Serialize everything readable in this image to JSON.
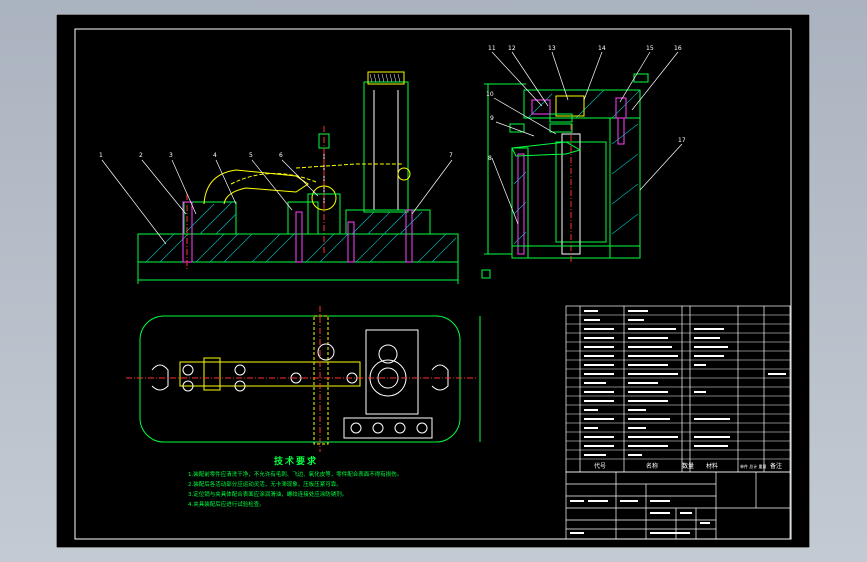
{
  "colors": {
    "background": "#000000",
    "frame": "#ffffff",
    "part_line": "#00ff40",
    "hidden_line": "#ffff00",
    "hatch": "#00c0c0",
    "center_line": "#ff3030",
    "bolt": "#ff40ff",
    "dimension": "#00ff40"
  },
  "technical_requirements": {
    "title": "技术要求",
    "lines": [
      "1.装配前零件应清洗干净，不允许有毛刺、飞边、氧化皮等，零件配合表面不得有损伤。",
      "2.装配后各活动部分应运动灵活，无卡滞现象，压板压紧可靠。",
      "3.定位销与夹具体配合表面应涂润滑油，螺纹连接处应涂防锈剂。",
      "4.夹具装配后应进行试验检查。"
    ]
  },
  "balloons_front": [
    "1",
    "2",
    "3",
    "4",
    "5",
    "6",
    "7"
  ],
  "balloons_side": [
    "8",
    "9",
    "10",
    "11",
    "12",
    "13",
    "14",
    "15",
    "16",
    "17"
  ],
  "bom_header": {
    "code": "代号",
    "name": "名称",
    "qty": "数量",
    "material": "材料",
    "weight": "单件 总计 重量",
    "remark": "备注"
  }
}
